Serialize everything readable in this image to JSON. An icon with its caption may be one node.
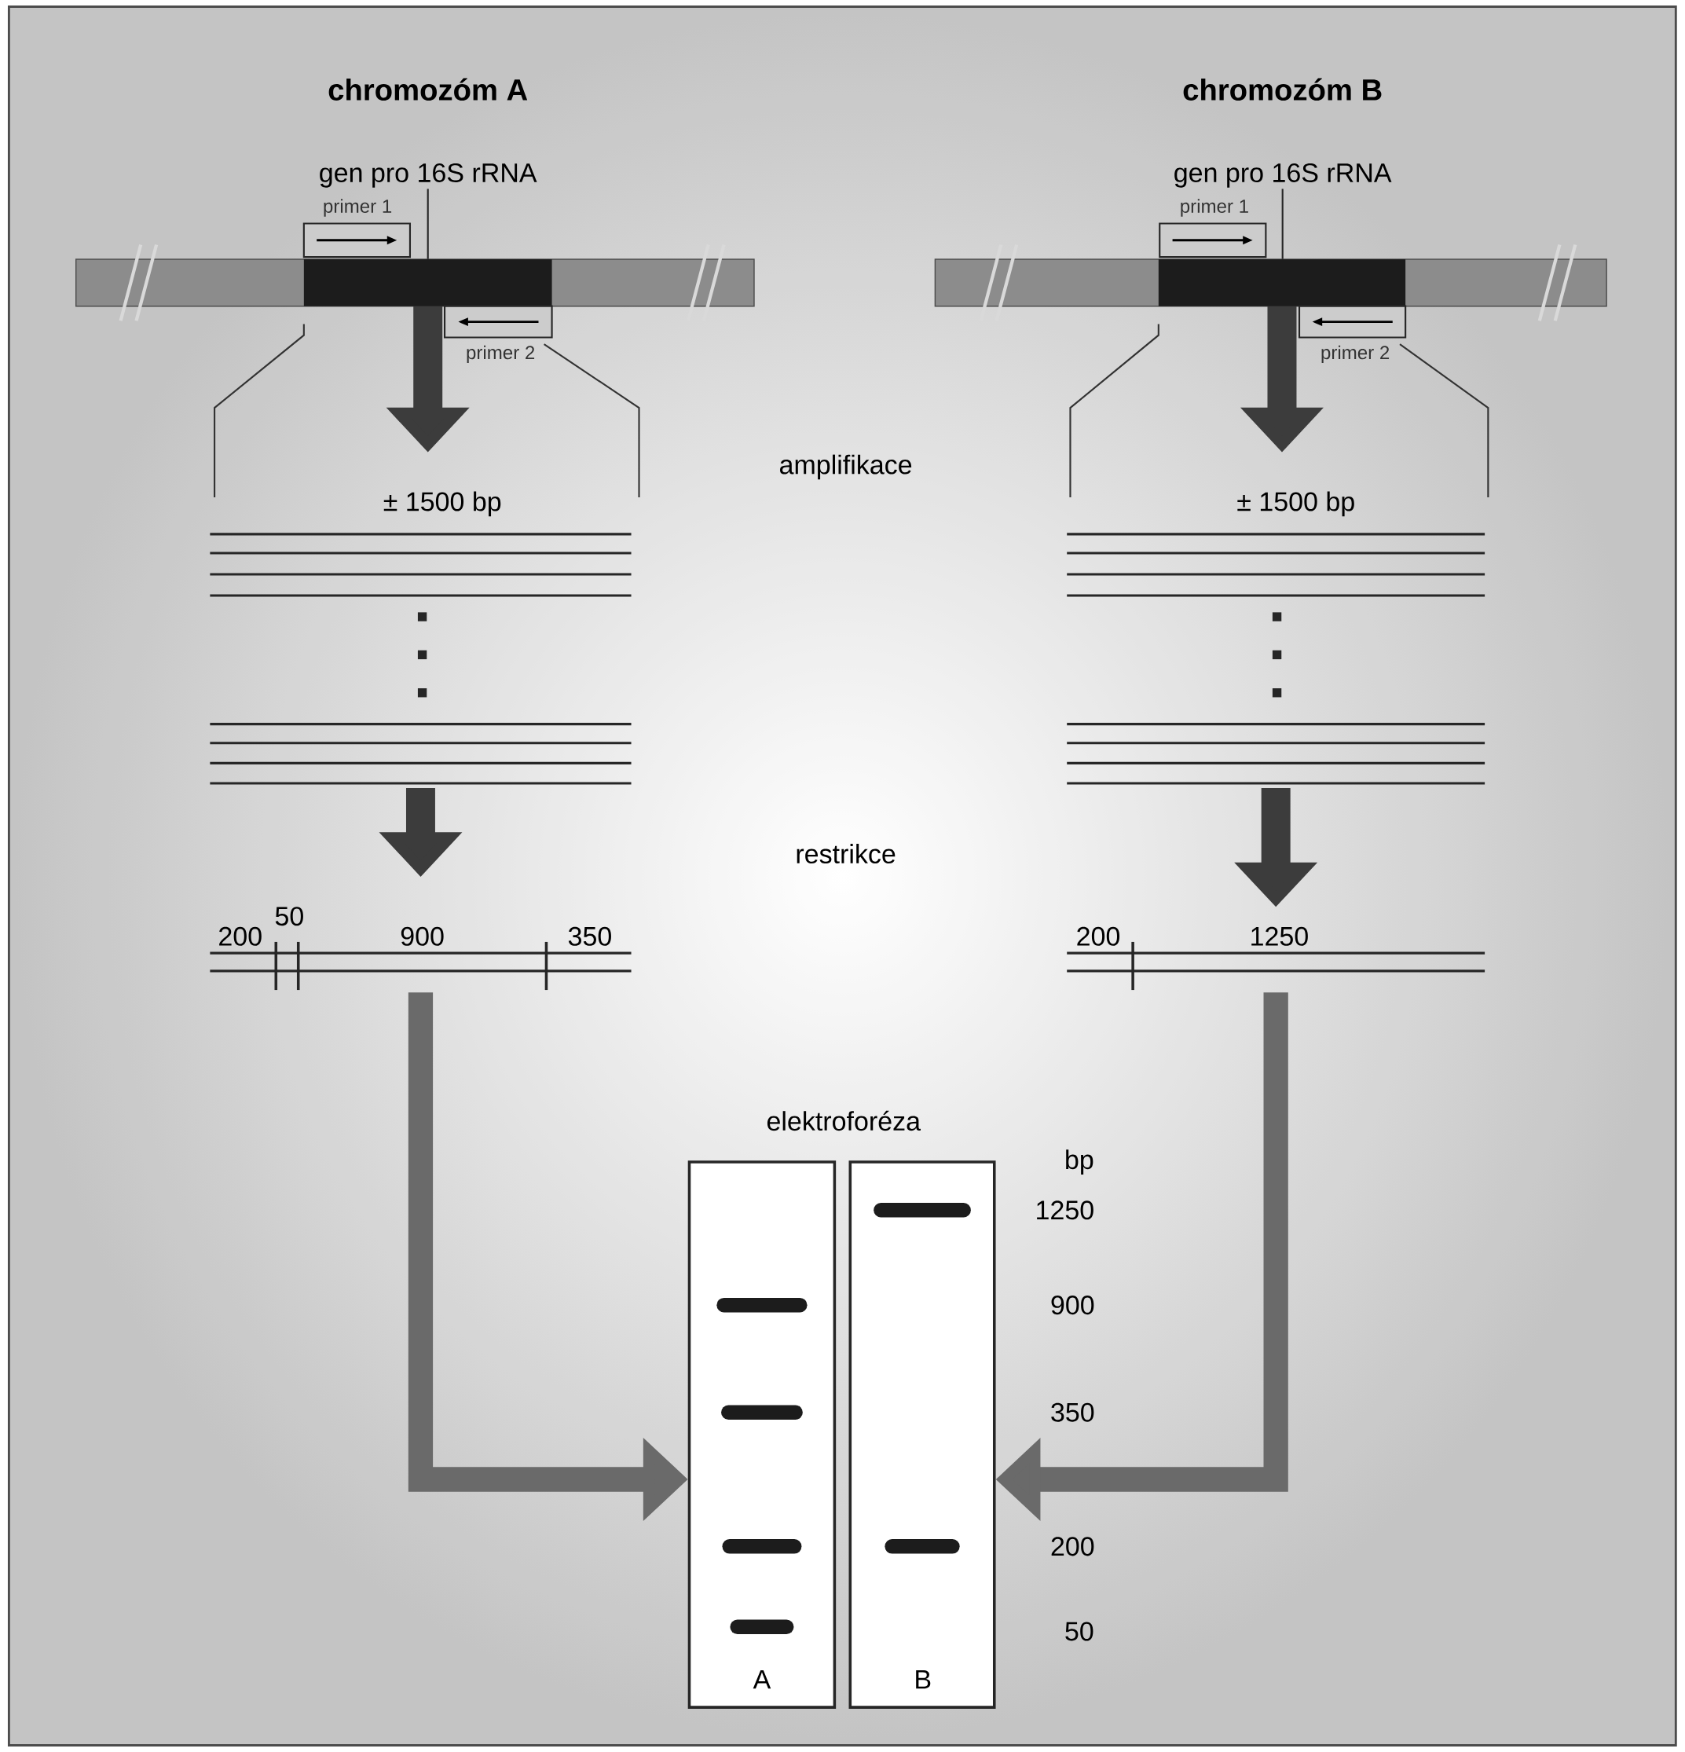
{
  "diagram": {
    "nodes": [
      {
        "text": [
          "gen pro 16S rRNA"
        ]
      },
      {
        "text": [
          "gen pro 16S rRNA"
        ]
      },
      {
        "text": [],
        "shape": "bar"
      },
      {
        "text": [],
        "shape": "bar",
        "in": 2
      },
      {
        "text": [],
        "shape": "box",
        "beside": [
          "primer 1"
        ]
      },
      {
        "text": [],
        "shape": "box",
        "beside": [
          "primer 2"
        ]
      },
      {
        "text": [],
        "shape": "bar"
      },
      {
        "text": [],
        "shape": "bar",
        "in": 6
      },
      {
        "text": [],
        "shape": "box",
        "beside": [
          "primer 1"
        ]
      },
      {
        "text": [],
        "shape": "box",
        "beside": [
          "primer 2"
        ]
      },
      {
        "text": [
          "± 1500 bp"
        ]
      },
      {
        "text": [
          "± 1500 bp"
        ]
      },
      {
        "text": [
          "200",
          "50",
          "900",
          "350"
        ]
      },
      {
        "text": [
          "200",
          "1250"
        ]
      },
      {
        "text": [
          "A"
        ]
      },
      {
        "text": [
          "B"
        ]
      }
    ],
    "edges": [
      {
        "from": 0,
        "to": 3,
        "arrow": "none"
      },
      {
        "from": 1,
        "to": 7,
        "arrow": "none"
      },
      {
        "from": 3,
        "to": 10,
        "arrow": "to"
      },
      {
        "from": 7,
        "to": 11,
        "arrow": "to"
      },
      {
        "from": 10,
        "to": 12,
        "arrow": "to"
      },
      {
        "from": 11,
        "to": 13,
        "arrow": "to"
      },
      {
        "from": 12,
        "to": 14,
        "arrow": "to"
      },
      {
        "from": 13,
        "to": 15,
        "arrow": "to"
      }
    ],
    "labels": [
      "chromozóm A",
      "chromozóm B",
      "amplifikace",
      "restrikce",
      "elektroforéza",
      "bp",
      "1250",
      "900",
      "350",
      "200",
      "50"
    ]
  }
}
